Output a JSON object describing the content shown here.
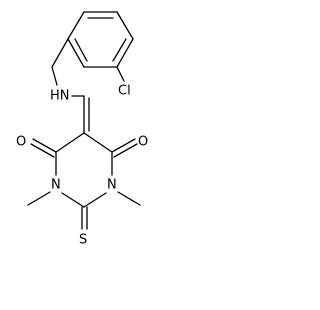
{
  "molecule": {
    "atom_labels": {
      "cl": "Cl",
      "nh": "HN",
      "o_left": "O",
      "o_right": "O",
      "n_left": "N",
      "n_right": "N",
      "s": "S"
    },
    "line_color": "#000000",
    "background": "#ffffff"
  }
}
